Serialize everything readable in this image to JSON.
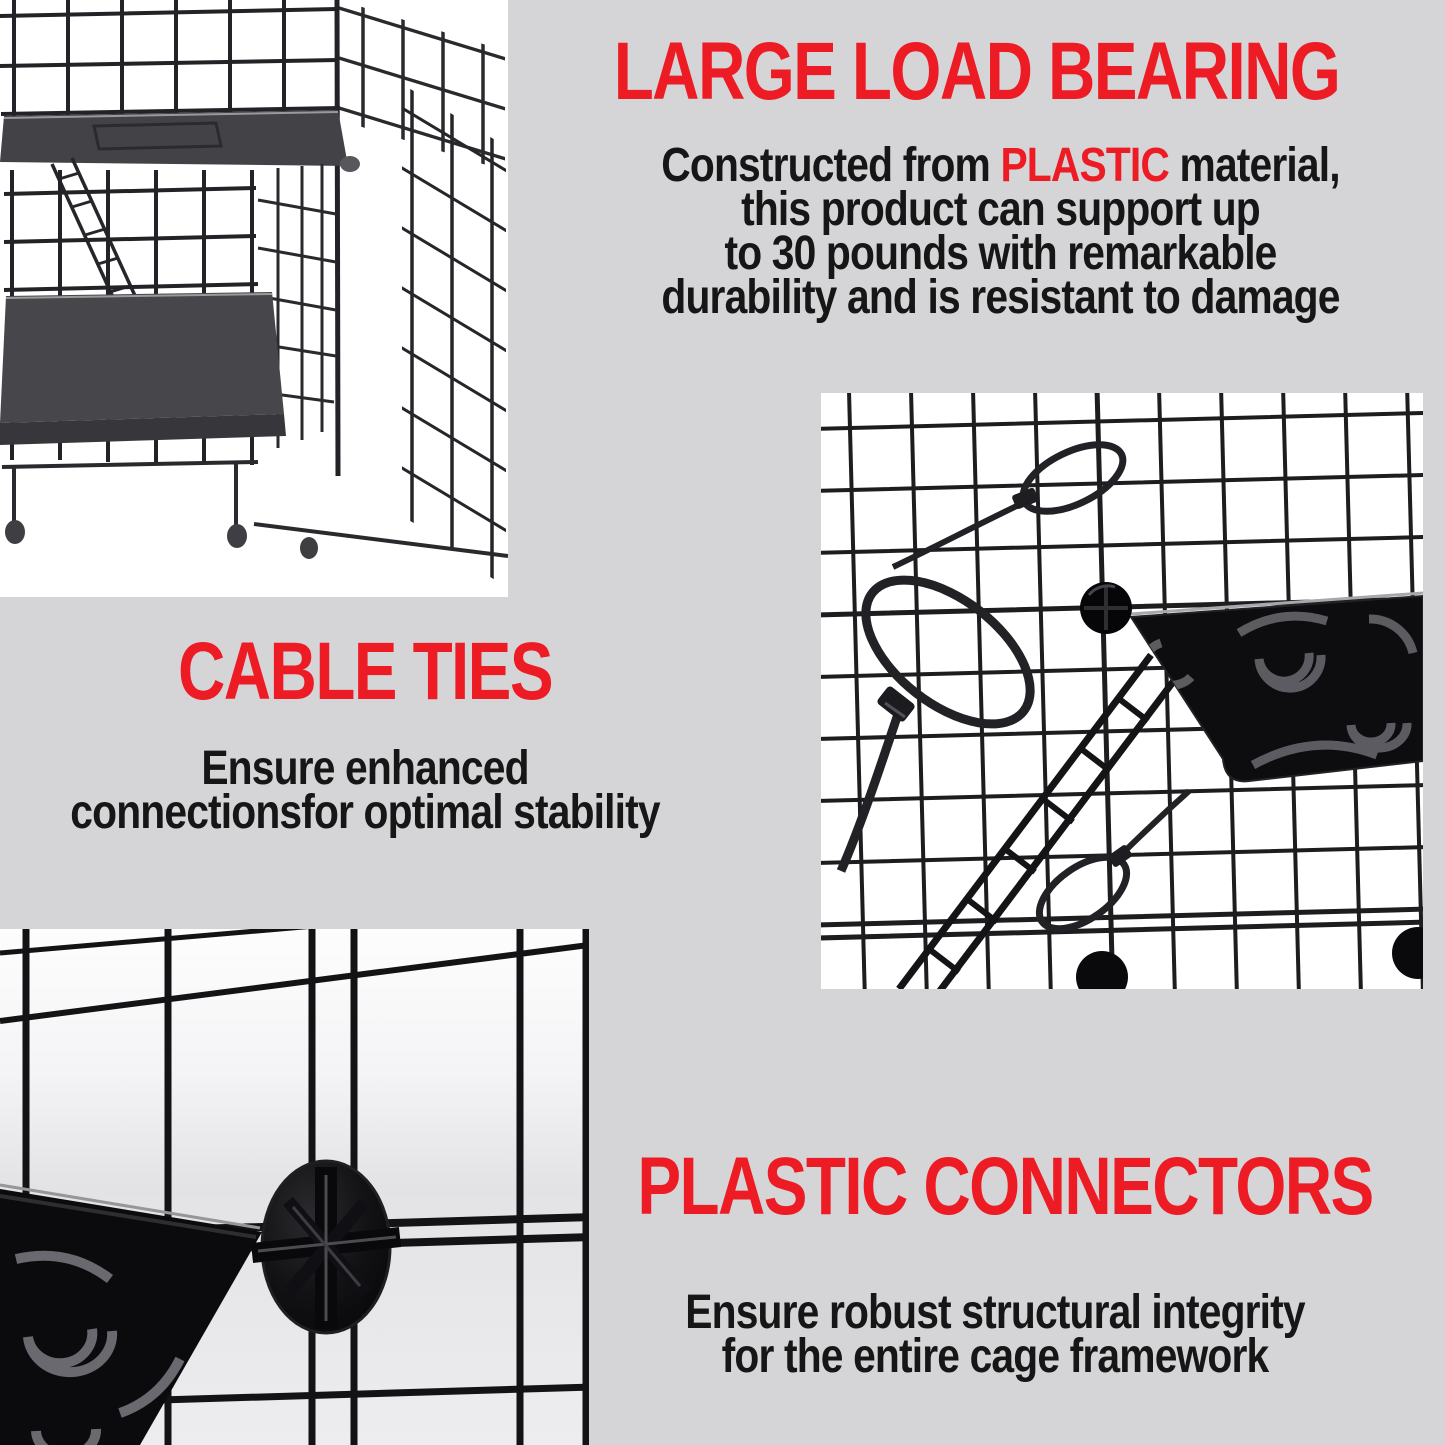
{
  "colors": {
    "background_gray": "#d5d5d7",
    "heading_red": "#ed1c24",
    "body_black": "#161616",
    "photo_white": "#ffffff",
    "wire_black": "#1b1b1d"
  },
  "sections": {
    "load_bearing": {
      "title": "LARGE LOAD BEARING",
      "line1_pre": "Constructed from ",
      "line1_highlight": "PLASTIC",
      "line1_post": " material,",
      "line2": "this product can support up",
      "line3": "to 30 pounds with remarkable",
      "line4": "durability and is resistant to damage"
    },
    "cable_ties": {
      "title": "CABLE TIES",
      "line1": "Ensure enhanced",
      "line2": "connectionsfor optimal stability"
    },
    "plastic_connectors": {
      "title": "PLASTIC CONNECTORS",
      "line1": "Ensure robust structural integrity",
      "line2": "for the entire cage framework"
    }
  },
  "images": {
    "cage_photo": "black-wire-cage-with-shelf-ladder-photo",
    "cable_ties_photo": "cable-ties-on-wire-grid-photo",
    "connector_photo": "plastic-connector-closeup-photo"
  }
}
